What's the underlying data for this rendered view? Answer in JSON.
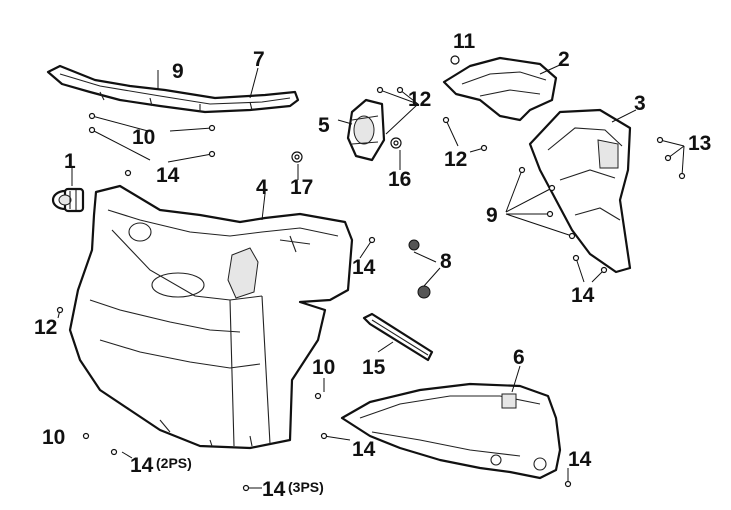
{
  "callouts": {
    "c1": "1",
    "c2": "2",
    "c3": "3",
    "c4": "4",
    "c5": "5",
    "c6": "6",
    "c7": "7",
    "c8": "8",
    "c9_top": "9",
    "c9_right": "9",
    "c10_top": "10",
    "c10_mid": "10",
    "c10_left": "10",
    "c11": "11",
    "c12_top": "12",
    "c12_mid": "12",
    "c12_left": "12",
    "c13": "13",
    "c14_topleft": "14",
    "c14_mid": "14",
    "c14_right": "14",
    "c14_bottom_mid": "14",
    "c14_bottom_right": "14",
    "c14_2ps_num": "14",
    "c14_2ps_qty": "(2PS)",
    "c14_3ps_num": "14",
    "c14_3ps_qty": "(3PS)",
    "c15": "15",
    "c16": "16",
    "c17": "17"
  }
}
